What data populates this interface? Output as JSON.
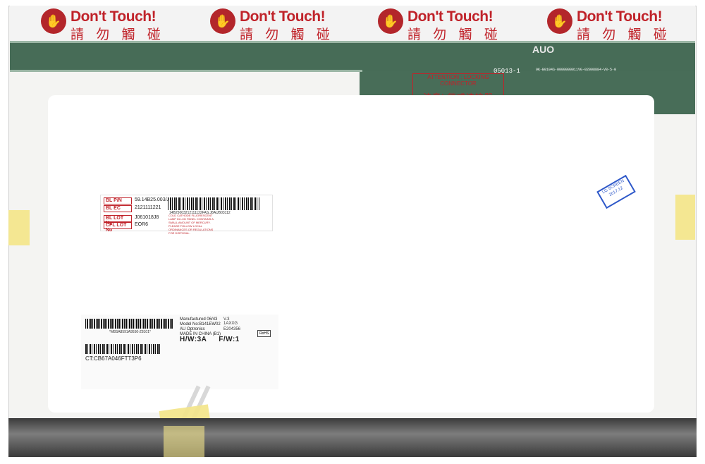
{
  "warnings": [
    {
      "title": "Don't Touch!",
      "cjk": "請 勿 觸 碰"
    },
    {
      "title": "Don't Touch!",
      "cjk": "請 勿 觸 碰"
    },
    {
      "title": "Don't Touch!",
      "cjk": "請 勿 觸 碰"
    },
    {
      "title": "Don't Touch!",
      "cjk": "請 勿 觸 碰"
    }
  ],
  "pcb": {
    "brand": "AUO",
    "code": "05013-1",
    "serial": "9K-B0104S-0000000011VG-02008884-V8-5-0",
    "attention": "ATTENTION : LOCKING CONNECTOR",
    "attention_cn": "注意! 鎖式連接器"
  },
  "label_top": {
    "rows": [
      {
        "key": "BL P/N",
        "value": "59.14B25.003/J"
      },
      {
        "key": "BL EC",
        "value": "2121111221"
      },
      {
        "key": "BL LOT No",
        "value": "J061018J8"
      },
      {
        "key": "CFL LOT No",
        "value": "EOR6"
      }
    ],
    "barcode_text": "14B25003212111122FAS.J8AUB03112",
    "warning": "COLD CATHODE FLUORESCENT LAMP IN LCD PANEL CONTAINS A SMALL AMOUNT OF MERCURY. PLEASE FOLLOW LOCAL ORDINANCES OR REGULATIONS FOR DISPOSAL."
  },
  "label_main": {
    "barcode_text": "*M8SA8591A9550-Z8101*",
    "manufactured": "Manufactured 06/43",
    "model": "Model No:B141EW02",
    "version": "V.3",
    "maker": "AU Optronics",
    "origin": "MADE IN CHINA (B1)",
    "hw": "H/W:3A",
    "fw": "F/W:1",
    "code": "1AXXG",
    "ul": "E204356",
    "rohs": "RoHS",
    "ct": "CT:CB67A046FTT3P6"
  },
  "sticker": {
    "text": "LG SCREEN 2017.12"
  }
}
